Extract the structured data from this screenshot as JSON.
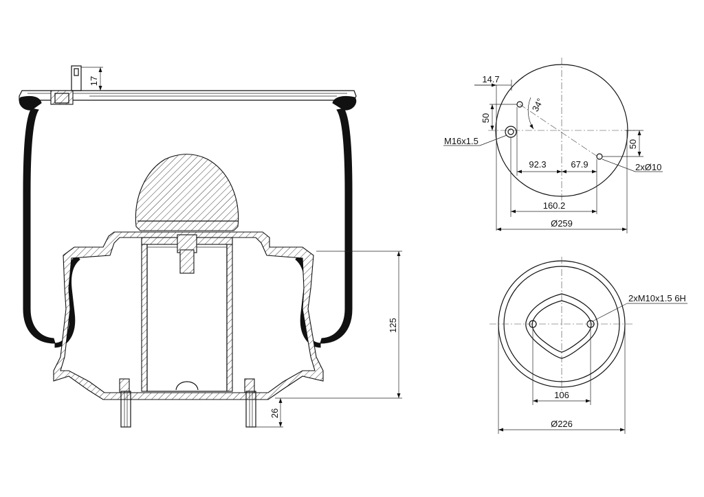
{
  "side_view": {
    "dim_top_pin": "17",
    "dim_height": "125",
    "dim_bolt": "26"
  },
  "top_view": {
    "dim_offset_left": "14.7",
    "dim_angle": "34°",
    "dim_vert_left": "50",
    "dim_vert_right": "50",
    "thread_label": "M16x1.5",
    "hole_label": "2xØ10",
    "dim_left_segment": "92.3",
    "dim_right_segment": "67.9",
    "dim_span": "160.2",
    "dim_diameter": "Ø259"
  },
  "bottom_view": {
    "thread_label": "2xM10x1.5 6H",
    "dim_bolt_spacing": "106",
    "dim_diameter": "Ø226"
  },
  "colors": {
    "line": "#111111",
    "fill_dark": "#111111",
    "background": "#ffffff"
  }
}
